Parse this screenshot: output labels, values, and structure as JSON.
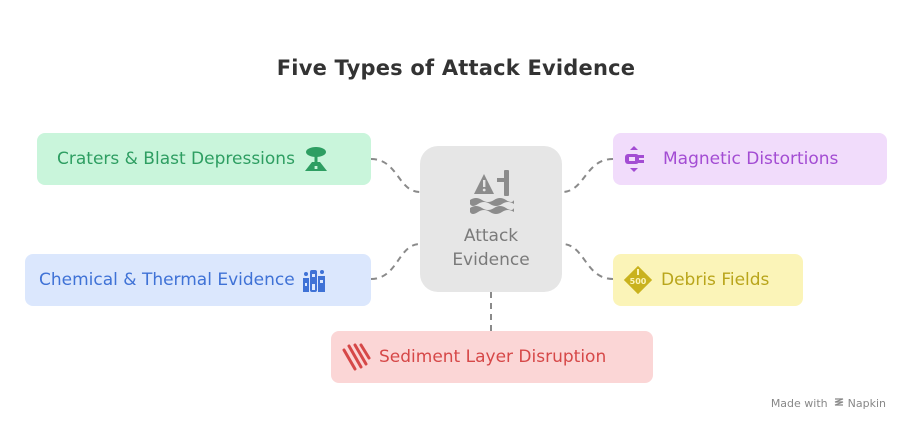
{
  "title": "Five Types of Attack Evidence",
  "center": {
    "label": "Attack\nEvidence",
    "icon": "flood-warning-icon"
  },
  "nodes": {
    "craters": {
      "label": "Craters & Blast Depressions",
      "icon": "volcano-tree-icon",
      "color": "#2e9e62",
      "bg": "#c9f5db"
    },
    "chemical": {
      "label": "Chemical & Thermal Evidence",
      "icon": "factory-icon",
      "color": "#3f72d6",
      "bg": "#dbe7fd"
    },
    "magnetic": {
      "label": "Magnetic Distortions",
      "icon": "magnet-icon",
      "color": "#a34cd3",
      "bg": "#f1dcfb"
    },
    "debris": {
      "label": "Debris Fields",
      "icon": "limit-500-sign-icon",
      "color": "#b9a51b",
      "bg": "#fbf4b8"
    },
    "sediment": {
      "label": "Sediment Layer Disruption",
      "icon": "diagonal-lines-icon",
      "color": "#d64848",
      "bg": "#fbd6d6"
    }
  },
  "footer": {
    "made_with": "Made with",
    "brand": "Napkin"
  }
}
